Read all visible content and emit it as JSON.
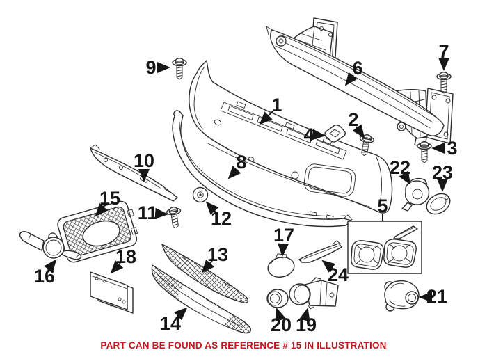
{
  "page": {
    "background": "#ffffff"
  },
  "footer": {
    "text": "PART CAN BE FOUND AS REFERENCE # 15 IN ILLUSTRATION",
    "color": "#c3161c"
  },
  "diagram": {
    "kind": "exploded-parts-illustration",
    "subject": "front bumper, grilles, sensors and hardware",
    "line_color": "#2b2b2b",
    "callouts": [
      {
        "number": "1",
        "part": "bumper-cover"
      },
      {
        "number": "2",
        "part": "screw"
      },
      {
        "number": "3",
        "part": "screw"
      },
      {
        "number": "4",
        "part": "clip"
      },
      {
        "number": "5",
        "part": "fog-lamp-bracket-kit"
      },
      {
        "number": "6",
        "part": "impact-bar"
      },
      {
        "number": "7",
        "part": "screw"
      },
      {
        "number": "8",
        "part": "lower-trim-strip"
      },
      {
        "number": "9",
        "part": "screw"
      },
      {
        "number": "10",
        "part": "upper-support-strip"
      },
      {
        "number": "11",
        "part": "screw"
      },
      {
        "number": "12",
        "part": "grommet"
      },
      {
        "number": "13",
        "part": "upper-center-grille"
      },
      {
        "number": "14",
        "part": "lower-center-grille"
      },
      {
        "number": "15",
        "part": "fog-light-grille"
      },
      {
        "number": "16",
        "part": "grille-bracket"
      },
      {
        "number": "17",
        "part": "washer-cover-cap"
      },
      {
        "number": "18",
        "part": "license-plate-bracket"
      },
      {
        "number": "19",
        "part": "park-assist-sensor"
      },
      {
        "number": "20",
        "part": "sensor-retainer-ring"
      },
      {
        "number": "21",
        "part": "front-camera"
      },
      {
        "number": "22",
        "part": "headlight-washer-nozzle"
      },
      {
        "number": "23",
        "part": "nozzle-gasket"
      },
      {
        "number": "24",
        "part": "trim-strip"
      }
    ]
  }
}
